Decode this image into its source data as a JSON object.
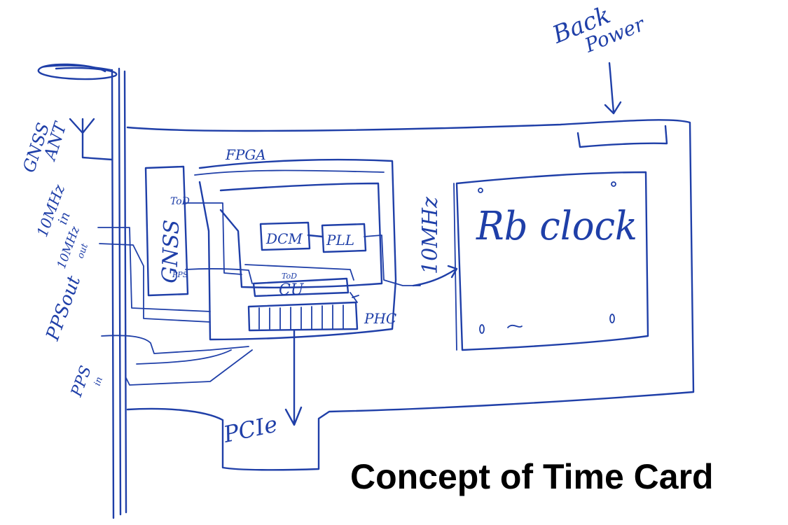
{
  "title": "Concept of Time Card",
  "labels": {
    "backup_power_1": "Back",
    "backup_power_2": "Power",
    "gnss_ant_1": "GNSS",
    "gnss_ant_2": "ANT",
    "mhz_in_1": "10MHz",
    "mhz_in_2": "in",
    "mhz_out_1": "10MHz",
    "mhz_out_2": "out",
    "pps_out": "PPSout",
    "pps_in_1": "PPS",
    "pps_in_2": "in",
    "fpga": "FPGA",
    "gnss": "GNSS",
    "tod": "ToD",
    "pps_small": "PPS",
    "dcm": "DCM",
    "pll": "PLL",
    "tod_small": "ToD",
    "cu": "CU",
    "phc": "PHC",
    "mhz_link": "10MHz",
    "rb_clock": "Rb clock",
    "pcie": "PCIe"
  },
  "colors": {
    "ink": "#1f3fa8",
    "caption": "#000000",
    "background": "#ffffff"
  }
}
